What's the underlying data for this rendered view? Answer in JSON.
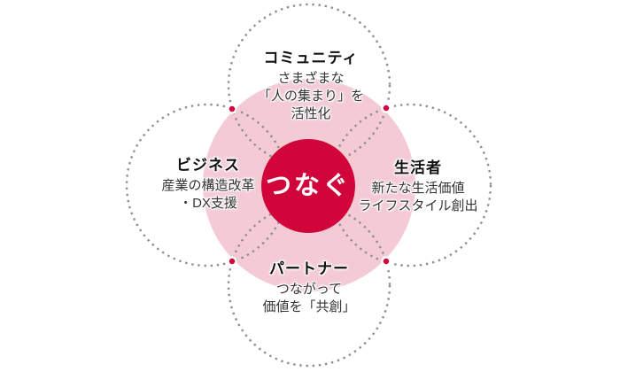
{
  "diagram": {
    "center": {
      "label": "つなぐ"
    },
    "colors": {
      "accent_red": "#d1053a",
      "petal_fill": "#f4cad5",
      "dotted_stroke": "#8f8f8f"
    },
    "nodes": [
      {
        "id": "community",
        "title": "コミュニティ",
        "lines": [
          "さまざまな",
          "「人の集まり」を",
          "活性化"
        ]
      },
      {
        "id": "seikatsusha",
        "title": "生活者",
        "lines": [
          "新たな生活価値",
          "ライフスタイル創出"
        ]
      },
      {
        "id": "partner",
        "title": "パートナー",
        "lines": [
          "つながって",
          "価値を「共創」"
        ]
      },
      {
        "id": "business",
        "title": "ビジネス",
        "lines": [
          "産業の構造改革",
          "・DX支援"
        ]
      }
    ]
  }
}
